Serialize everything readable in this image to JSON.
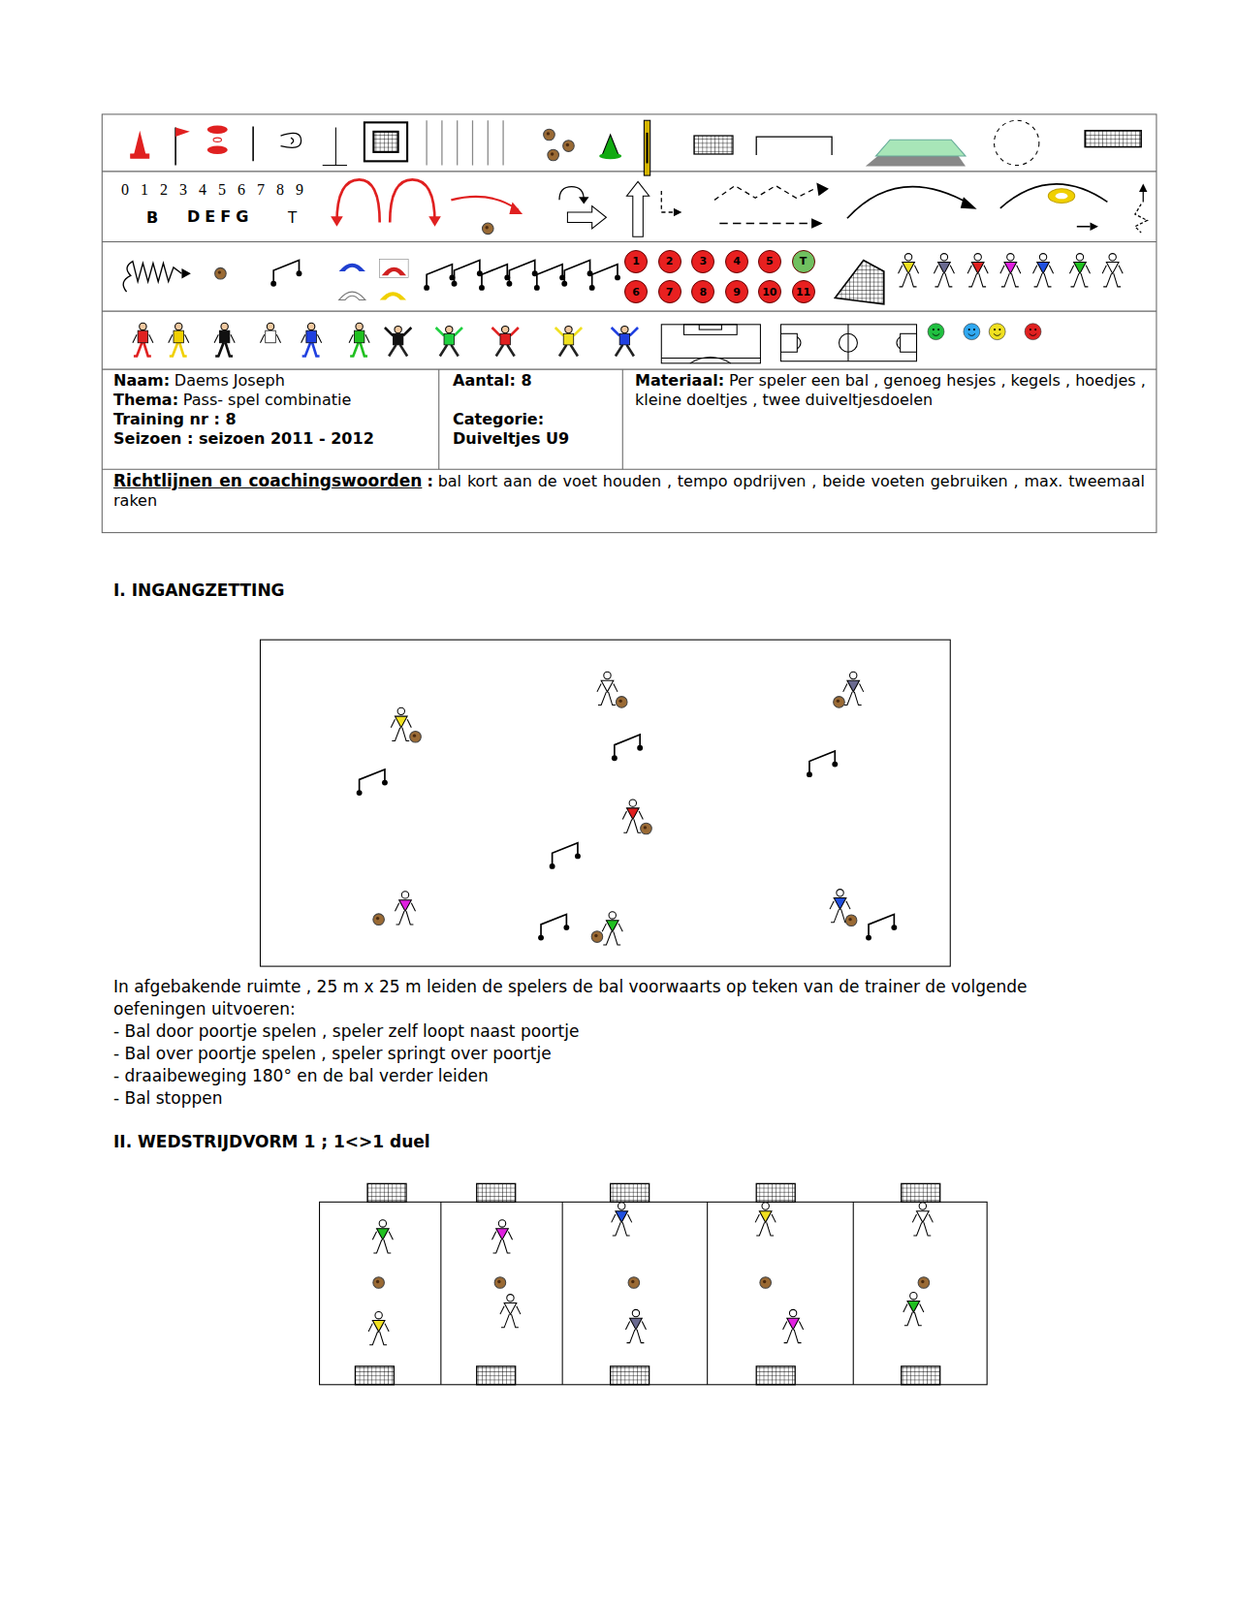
{
  "diagram": {
    "nodes": [
      {
        "text": [
          "1"
        ]
      },
      {
        "text": [
          "2"
        ]
      },
      {
        "text": [
          "3"
        ]
      },
      {
        "text": [
          "4"
        ]
      },
      {
        "text": [
          "5"
        ]
      },
      {
        "text": [
          "T"
        ]
      },
      {
        "text": [
          "6"
        ]
      },
      {
        "text": [
          "7"
        ]
      },
      {
        "text": [
          "8"
        ]
      },
      {
        "text": [
          "9"
        ]
      },
      {
        "text": [
          "10"
        ]
      },
      {
        "text": [
          "11"
        ]
      }
    ],
    "labels": [
      "0 1 2 3 4 5 6 7 8 9",
      "B",
      "DEFG",
      "T",
      "Naam:",
      "Daems Joseph",
      "Thema:",
      "Pass- spel combinatie",
      "Training nr : 8",
      "Seizoen : seizoen 2011 - 2012",
      "Aantal: 8",
      "Categorie:",
      "Duiveltjes U9",
      "Materiaal:",
      "Per speler een bal , genoeg hesjes , kegels , hoedjes , kleine doeltjes , twee duiveltjesdoelen",
      "Richtlijnen en coachingswoorden",
      ":",
      "bal kort aan de voet houden , tempo opdrijven , beide voeten gebruiken , max. tweemaal raken",
      "I. INGANGZETTING",
      "In afgebakende ruimte , 25 m  x 25 m leiden de spelers de bal voorwaarts op teken van de trainer de volgende oefeningen uitvoeren:",
      "- Bal door poortje spelen , speler zelf loopt naast poortje",
      "- Bal over poortje spelen , speler springt over poortje",
      "- draaibeweging 180° en de bal verder leiden",
      "- Bal stoppen",
      "II. WEDSTRIJDVORM 1 ; 1<>1 duel"
    ]
  }
}
